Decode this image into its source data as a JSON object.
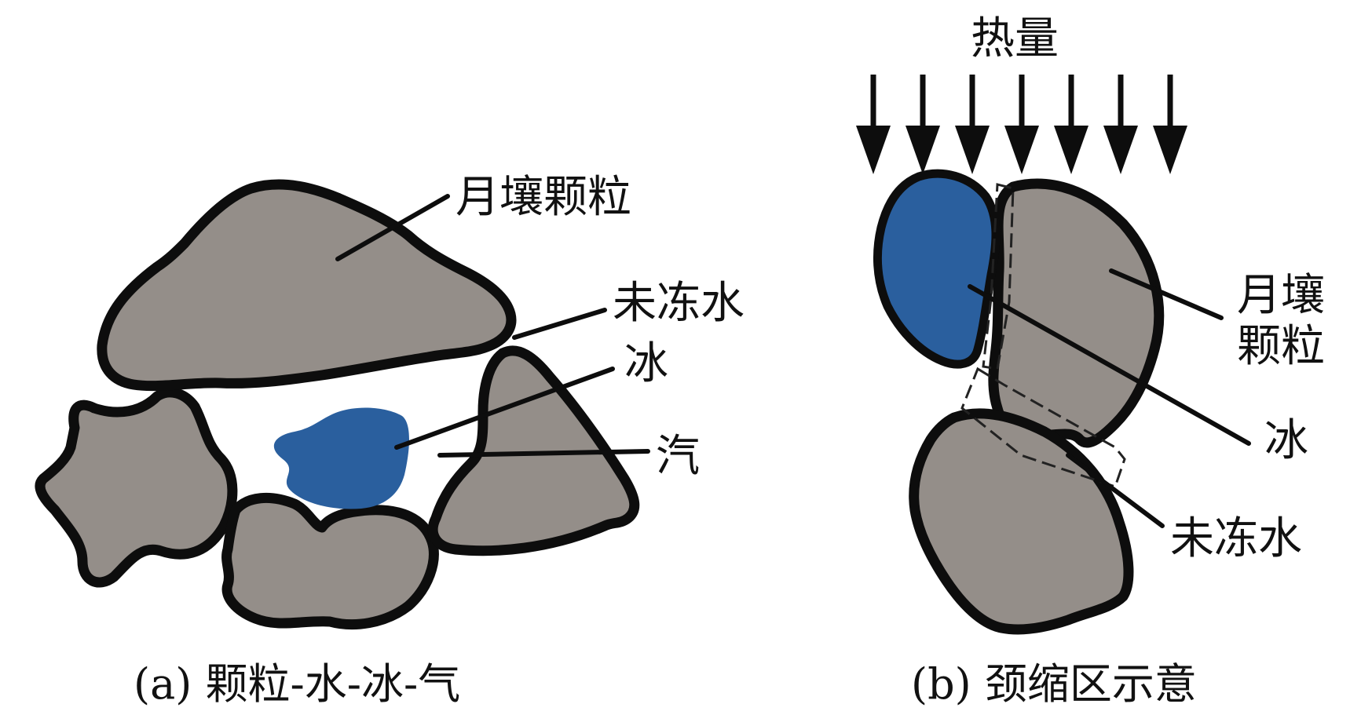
{
  "panel_a": {
    "labels": {
      "particle": "月壤颗粒",
      "unfrozen_water": "未冻水",
      "ice": "冰",
      "vapor": "汽"
    },
    "caption": "(a) 颗粒-水-冰-气"
  },
  "panel_b": {
    "heat": "热量",
    "labels": {
      "particle_line1": "月壤",
      "particle_line2": "颗粒",
      "ice": "冰",
      "unfrozen_water": "未冻水"
    },
    "caption": "(b) 颈缩区示意"
  },
  "colors": {
    "particle": "#948e89",
    "ice": "#2a5f9e",
    "outline": "#0d0d0d"
  }
}
